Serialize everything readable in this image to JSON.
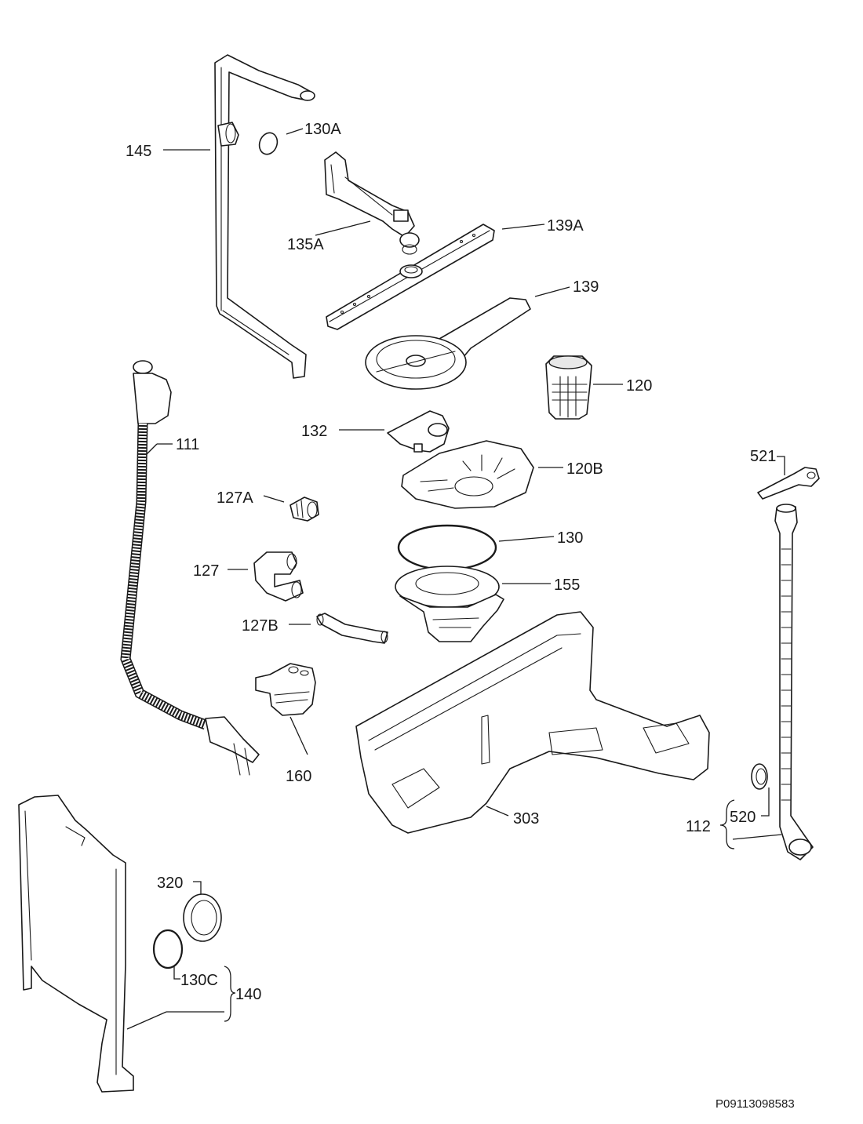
{
  "labels": {
    "l145": "145",
    "l130A": "130A",
    "l135A": "135A",
    "l139A": "139A",
    "l139": "139",
    "l120": "120",
    "l132": "132",
    "l111": "111",
    "l120B": "120B",
    "l127A": "127A",
    "l130": "130",
    "l127": "127",
    "l155": "155",
    "l127B": "127B",
    "l160": "160",
    "l303": "303",
    "l521": "521",
    "l520": "520",
    "l112": "112",
    "l320": "320",
    "l130C": "130C",
    "l140": "140"
  },
  "drawing_code": "P09113098583"
}
